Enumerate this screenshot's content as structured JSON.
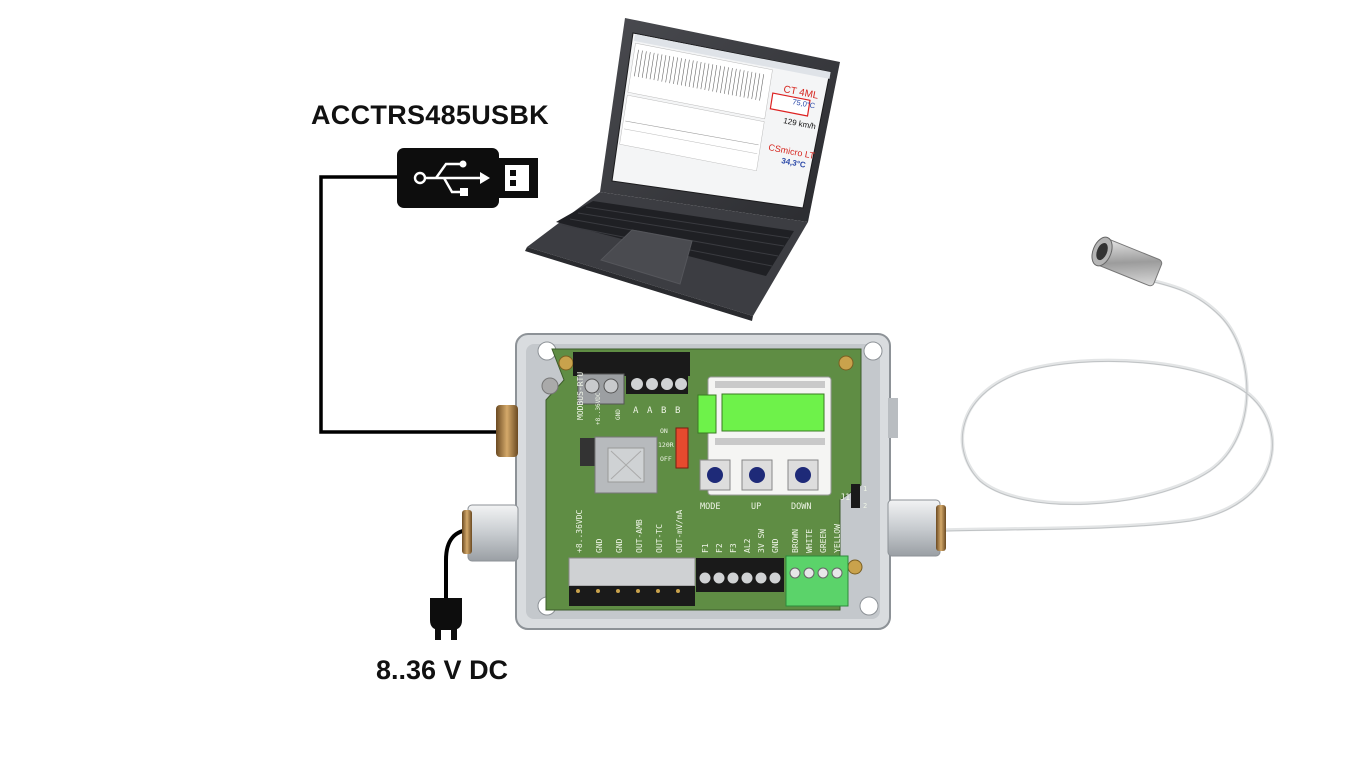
{
  "labels": {
    "usb_adapter": "ACCTRS485USBK",
    "power_supply": "8..36 V DC"
  },
  "laptop_screen": {
    "sensor1_name": "CT 4ML",
    "sensor1_temp": "75,0°C",
    "speed": "129 km/h",
    "sensor2_name": "CSmicro LT",
    "sensor2_temp": "34,3°C"
  },
  "board": {
    "modbus_label": "MODBUS-RTU",
    "modbus_pins": [
      "+8..36VDC",
      "GND",
      "A",
      "A",
      "B"
    ],
    "termination_switch": [
      "ON",
      "120R",
      "OFF"
    ],
    "buttons": [
      "MODE",
      "UP",
      "DOWN"
    ],
    "jumper": "J1",
    "jumper_pins": [
      "1",
      "2"
    ],
    "power_terminal": [
      "+8..36VDC",
      "GND",
      "GND",
      "OUT-AMB",
      "OUT-TC",
      "OUT-mV/mA"
    ],
    "io_terminal": [
      "F1",
      "F2",
      "F3",
      "AL2",
      "3V SW",
      "GND"
    ],
    "sensor_terminal": [
      "BROWN",
      "WHITE",
      "GREEN",
      "YELLOW"
    ]
  },
  "colors": {
    "pcb": "#5f8d44",
    "lcd": "#6ef24a",
    "cable": "#000000",
    "housing": "#d9dcdf"
  }
}
